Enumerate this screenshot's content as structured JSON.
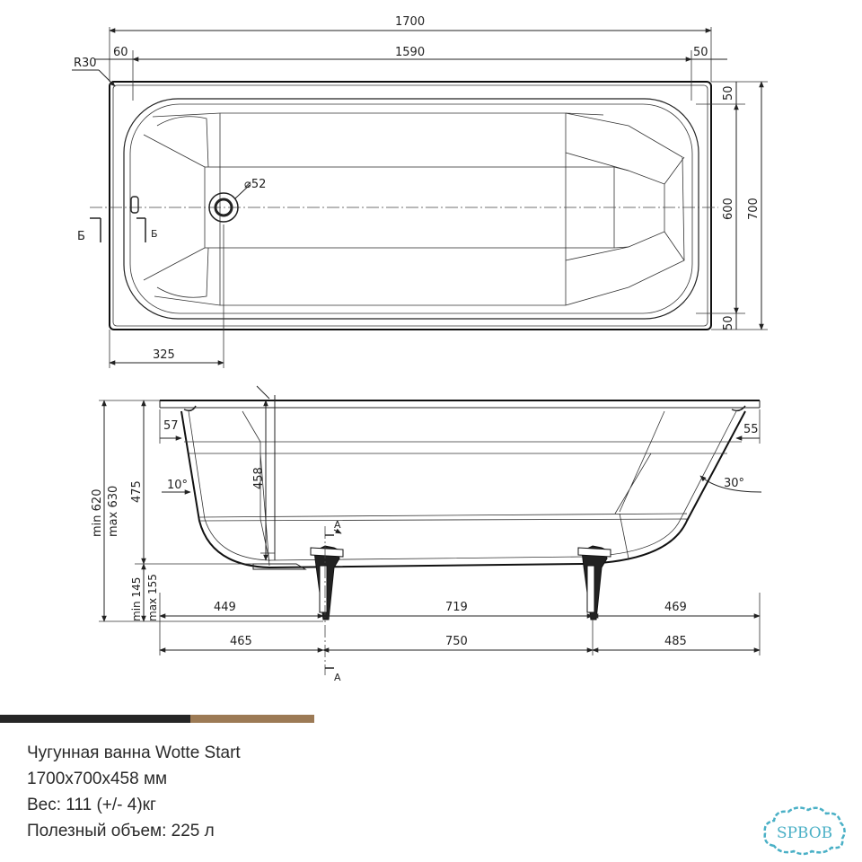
{
  "dimensions": {
    "overall_length": "1700",
    "left_rim": "60",
    "inner_length": "1590",
    "right_rim": "50",
    "corner_radius": "R30",
    "drain_diameter": "⌀52",
    "drain_offset": "325",
    "rim_top": "50",
    "inner_width": "600",
    "overall_width": "700",
    "rim_bottom": "50",
    "left_flange": "57",
    "right_flange": "55",
    "left_angle": "10°",
    "right_angle": "30°",
    "depth": "458",
    "body_height": "475",
    "height_range": "min 620 max 630",
    "leg_height": "min 145 max 155",
    "span_left_upper": "449",
    "span_mid_upper": "719",
    "span_right_upper": "469",
    "span_left_lower": "465",
    "span_mid_lower": "750",
    "span_right_lower": "485",
    "section_a": "А",
    "section_b": "Б"
  },
  "info": {
    "title": "Чугунная ванна Wotte Start",
    "size": "1700х700х458 мм",
    "weight": "Вес: 111 (+/- 4)кг",
    "volume": "Полезный объем: 225 л"
  },
  "brand": {
    "logo_text": "SPBOB"
  },
  "colors": {
    "divider_dark": "#262626",
    "divider_gold": "#9c7a55",
    "logo": "#4ab0c6"
  }
}
